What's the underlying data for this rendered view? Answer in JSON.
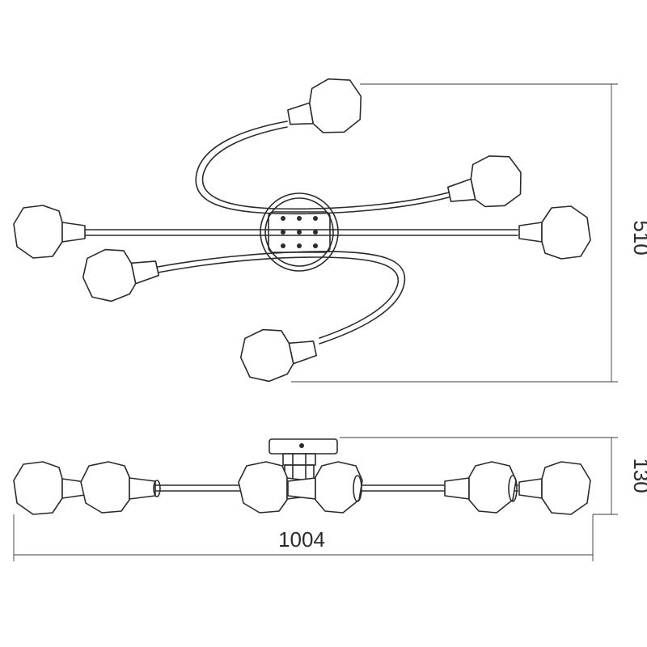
{
  "dimensions": {
    "total_height_top_view": "510",
    "side_height": "130",
    "total_width": "1004"
  }
}
